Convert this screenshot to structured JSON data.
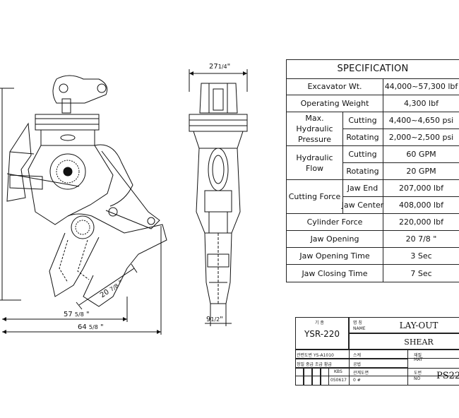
{
  "dimensions": {
    "top_width": "27",
    "top_width_frac": "1/4",
    "top_width_unit": "\"",
    "jaw_opening_label": "20",
    "jaw_opening_frac": "7/8",
    "jaw_opening_unit": "\"",
    "bottom_width": "9",
    "bottom_width_frac": "1/2",
    "bottom_width_unit": "\"",
    "length_1": "57",
    "length_1_frac": "5/8",
    "length_1_unit": "\"",
    "length_2": "64",
    "length_2_frac": "5/8",
    "length_2_unit": "\""
  },
  "spec": {
    "title": "SPECIFICATION",
    "excavator_label": "Excavator Wt.",
    "excavator_value": "44,000~57,300 lbf",
    "operating_label": "Operating Weight",
    "operating_value": "4,300 lbf",
    "pressure_label_1": "Max. Hydraulic",
    "pressure_label_2": "Pressure",
    "pressure_cutting_label": "Cutting",
    "pressure_cutting_value": "4,400~4,650 psi",
    "pressure_rotating_label": "Rotating",
    "pressure_rotating_value": "2,000~2,500 psi",
    "flow_label_1": "Hydraulic",
    "flow_label_2": "Flow",
    "flow_cutting_label": "Cutting",
    "flow_cutting_value": "60 GPM",
    "flow_rotating_label": "Rotating",
    "flow_rotating_value": "20 GPM",
    "cutting_force_label": "Cutting Force",
    "jaw_end_label": "Jaw End",
    "jaw_end_value": "207,000 lbf",
    "jaw_center_label": "Jaw Center",
    "jaw_center_value": "408,000 lbf",
    "cylinder_label": "Cylinder Force",
    "cylinder_value": "220,000 lbf",
    "jaw_opening_label": "Jaw Opening",
    "jaw_opening_value": "20 7/8 \"",
    "jaw_open_time_label": "Jaw Opening Time",
    "jaw_open_time_value": "3 Sec",
    "jaw_close_time_label": "Jaw Closing Time",
    "jaw_close_time_value": "7 Sec"
  },
  "title_block": {
    "model_kr": "기 종",
    "model": "YSR-220",
    "name_kr": "명 칭",
    "name_en": "NAME",
    "name_value": "LAY-OUT",
    "sub_value": "SHEAR",
    "ref_kr": "관련도번 YS-A1010",
    "scale_kr": "스케",
    "material_kr": "재질",
    "material_en": "MAT",
    "tolerance_kr": "정밀 중급 조급 황급",
    "class_kr": "공법",
    "kbs": "KBS",
    "drawing_kr": "관계도면",
    "date": "050617",
    "zero": "0 #",
    "no_kr": "도번",
    "no_en": "NO",
    "no_value": "PS22"
  }
}
